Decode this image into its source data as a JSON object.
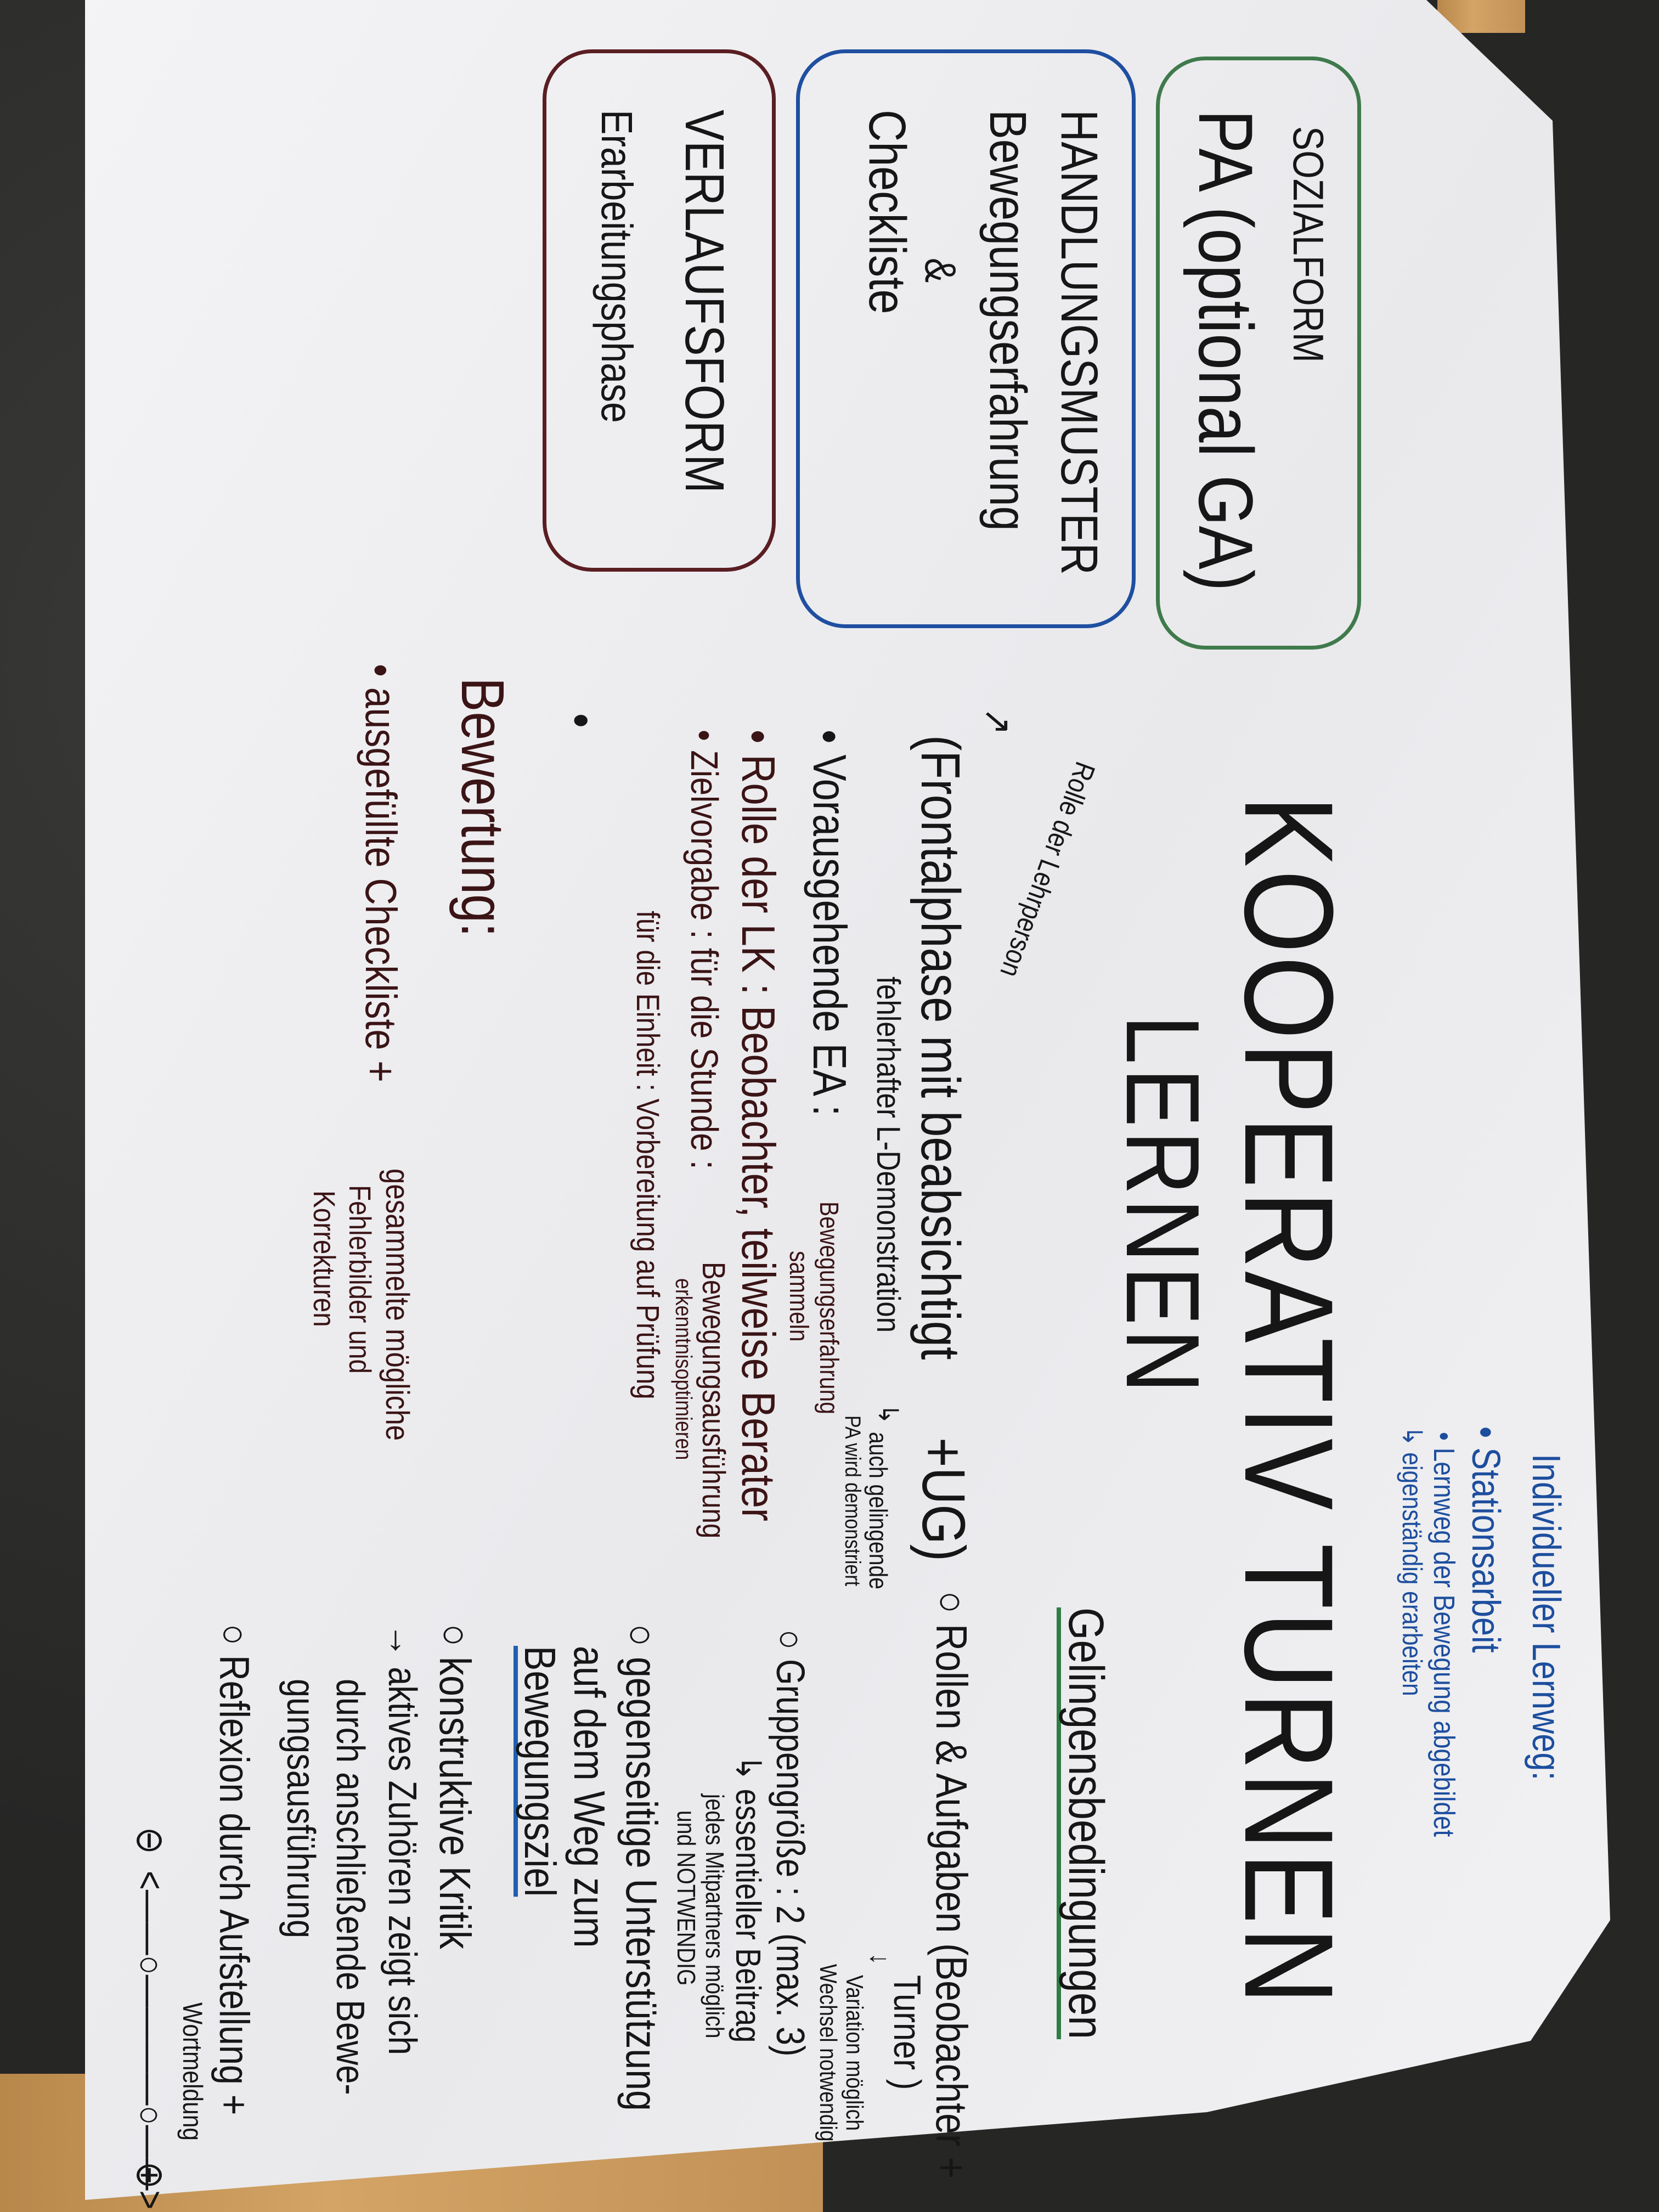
{
  "poster": {
    "title_line1": "KOOPERATIV TURNEN",
    "title_line2": "LERNEN",
    "boxes": {
      "sozialform": {
        "heading": "SOZIALFORM",
        "value": "PA (optional GA)",
        "color": "#3f7a4c"
      },
      "handlungsmuster": {
        "heading": "HANDLUNGSMUSTER",
        "line1": "Bewegungserfahrung",
        "line2": "&",
        "line3": "Checkliste",
        "color": "#1f4fa0"
      },
      "verlaufsform": {
        "heading": "VERLAUFSFORM",
        "value": "Erarbeitungsphase",
        "color": "#5a1e22"
      }
    },
    "individual": {
      "heading": "Individueller Lernweg:",
      "item1": "• Stationsarbeit",
      "item2": "• Lernweg der Bewegung abgebildet",
      "item3": "↳ eigenständig erarbeiten"
    },
    "middle": {
      "role_note": "Rolle der Lehrperson",
      "role_arrow": "↗",
      "frontal": "(Frontalphase mit beabsichtigt",
      "frontal_sub": "fehlerhafter L-Demonstration",
      "frontal_end": "+UG)",
      "frontal_note_arrow": "↳",
      "frontal_note1": "auch gelingende",
      "frontal_note2": "PA wird demonstriert",
      "ea": "• Vorausgehende EA :",
      "ea_detail1": "Bewegungserfahrung",
      "ea_detail2": "sammeln",
      "lk": "• Rolle der LK : Beobachter, teilweise Berater",
      "ziel": "• Zielvorgabe : für die Stunde :",
      "ziel_detail1": "Bewegungsausführung",
      "ziel_detail2": "erkenntnisoptimieren",
      "einheit": "für die Einheit : Vorbereitung auf Prüfung",
      "empty_bullet": "•",
      "bewertung": "Bewertung:",
      "bewertung_item": "• ausgefüllte Checkliste +",
      "bewertung_detail1": "gesammelte mögliche",
      "bewertung_detail2": "Fehlerbilder und",
      "bewertung_detail3": "Korrekturen"
    },
    "gelingen": {
      "heading": "Gelingensbedingungen",
      "rollen": "○ Rollen & Aufgaben (Beobachter +",
      "rollen2": "Turner )",
      "rollen_arrow": "↓",
      "rollen_note1": "Variation möglich",
      "rollen_note2": "Wechsel notwendig",
      "gruppe": "○ Gruppengröße : 2 (max. 3)",
      "gruppe_note1": "↳ essentieller Beitrag",
      "gruppe_note2": "jedes Mitpartners möglich",
      "gruppe_note3": "und NOTWENDIG",
      "unterstuetzung1": "○ gegenseitige Unterstützung",
      "unterstuetzung2": "auf dem Weg zum",
      "unterstuetzung3": "Bewegungsziel",
      "kritik": "○ konstruktive Kritik",
      "kritik_note1": "→ aktives Zuhören zeigt sich",
      "kritik_note2": "durch anschließende Bewe-",
      "kritik_note3": "gungsausführung",
      "reflexion": "○ Reflexion durch Aufstellung +",
      "reflexion2": "Wortmeldung",
      "scale_minus": "⊖",
      "scale_line": "<——○————○——>",
      "scale_plus": "⊕"
    }
  }
}
